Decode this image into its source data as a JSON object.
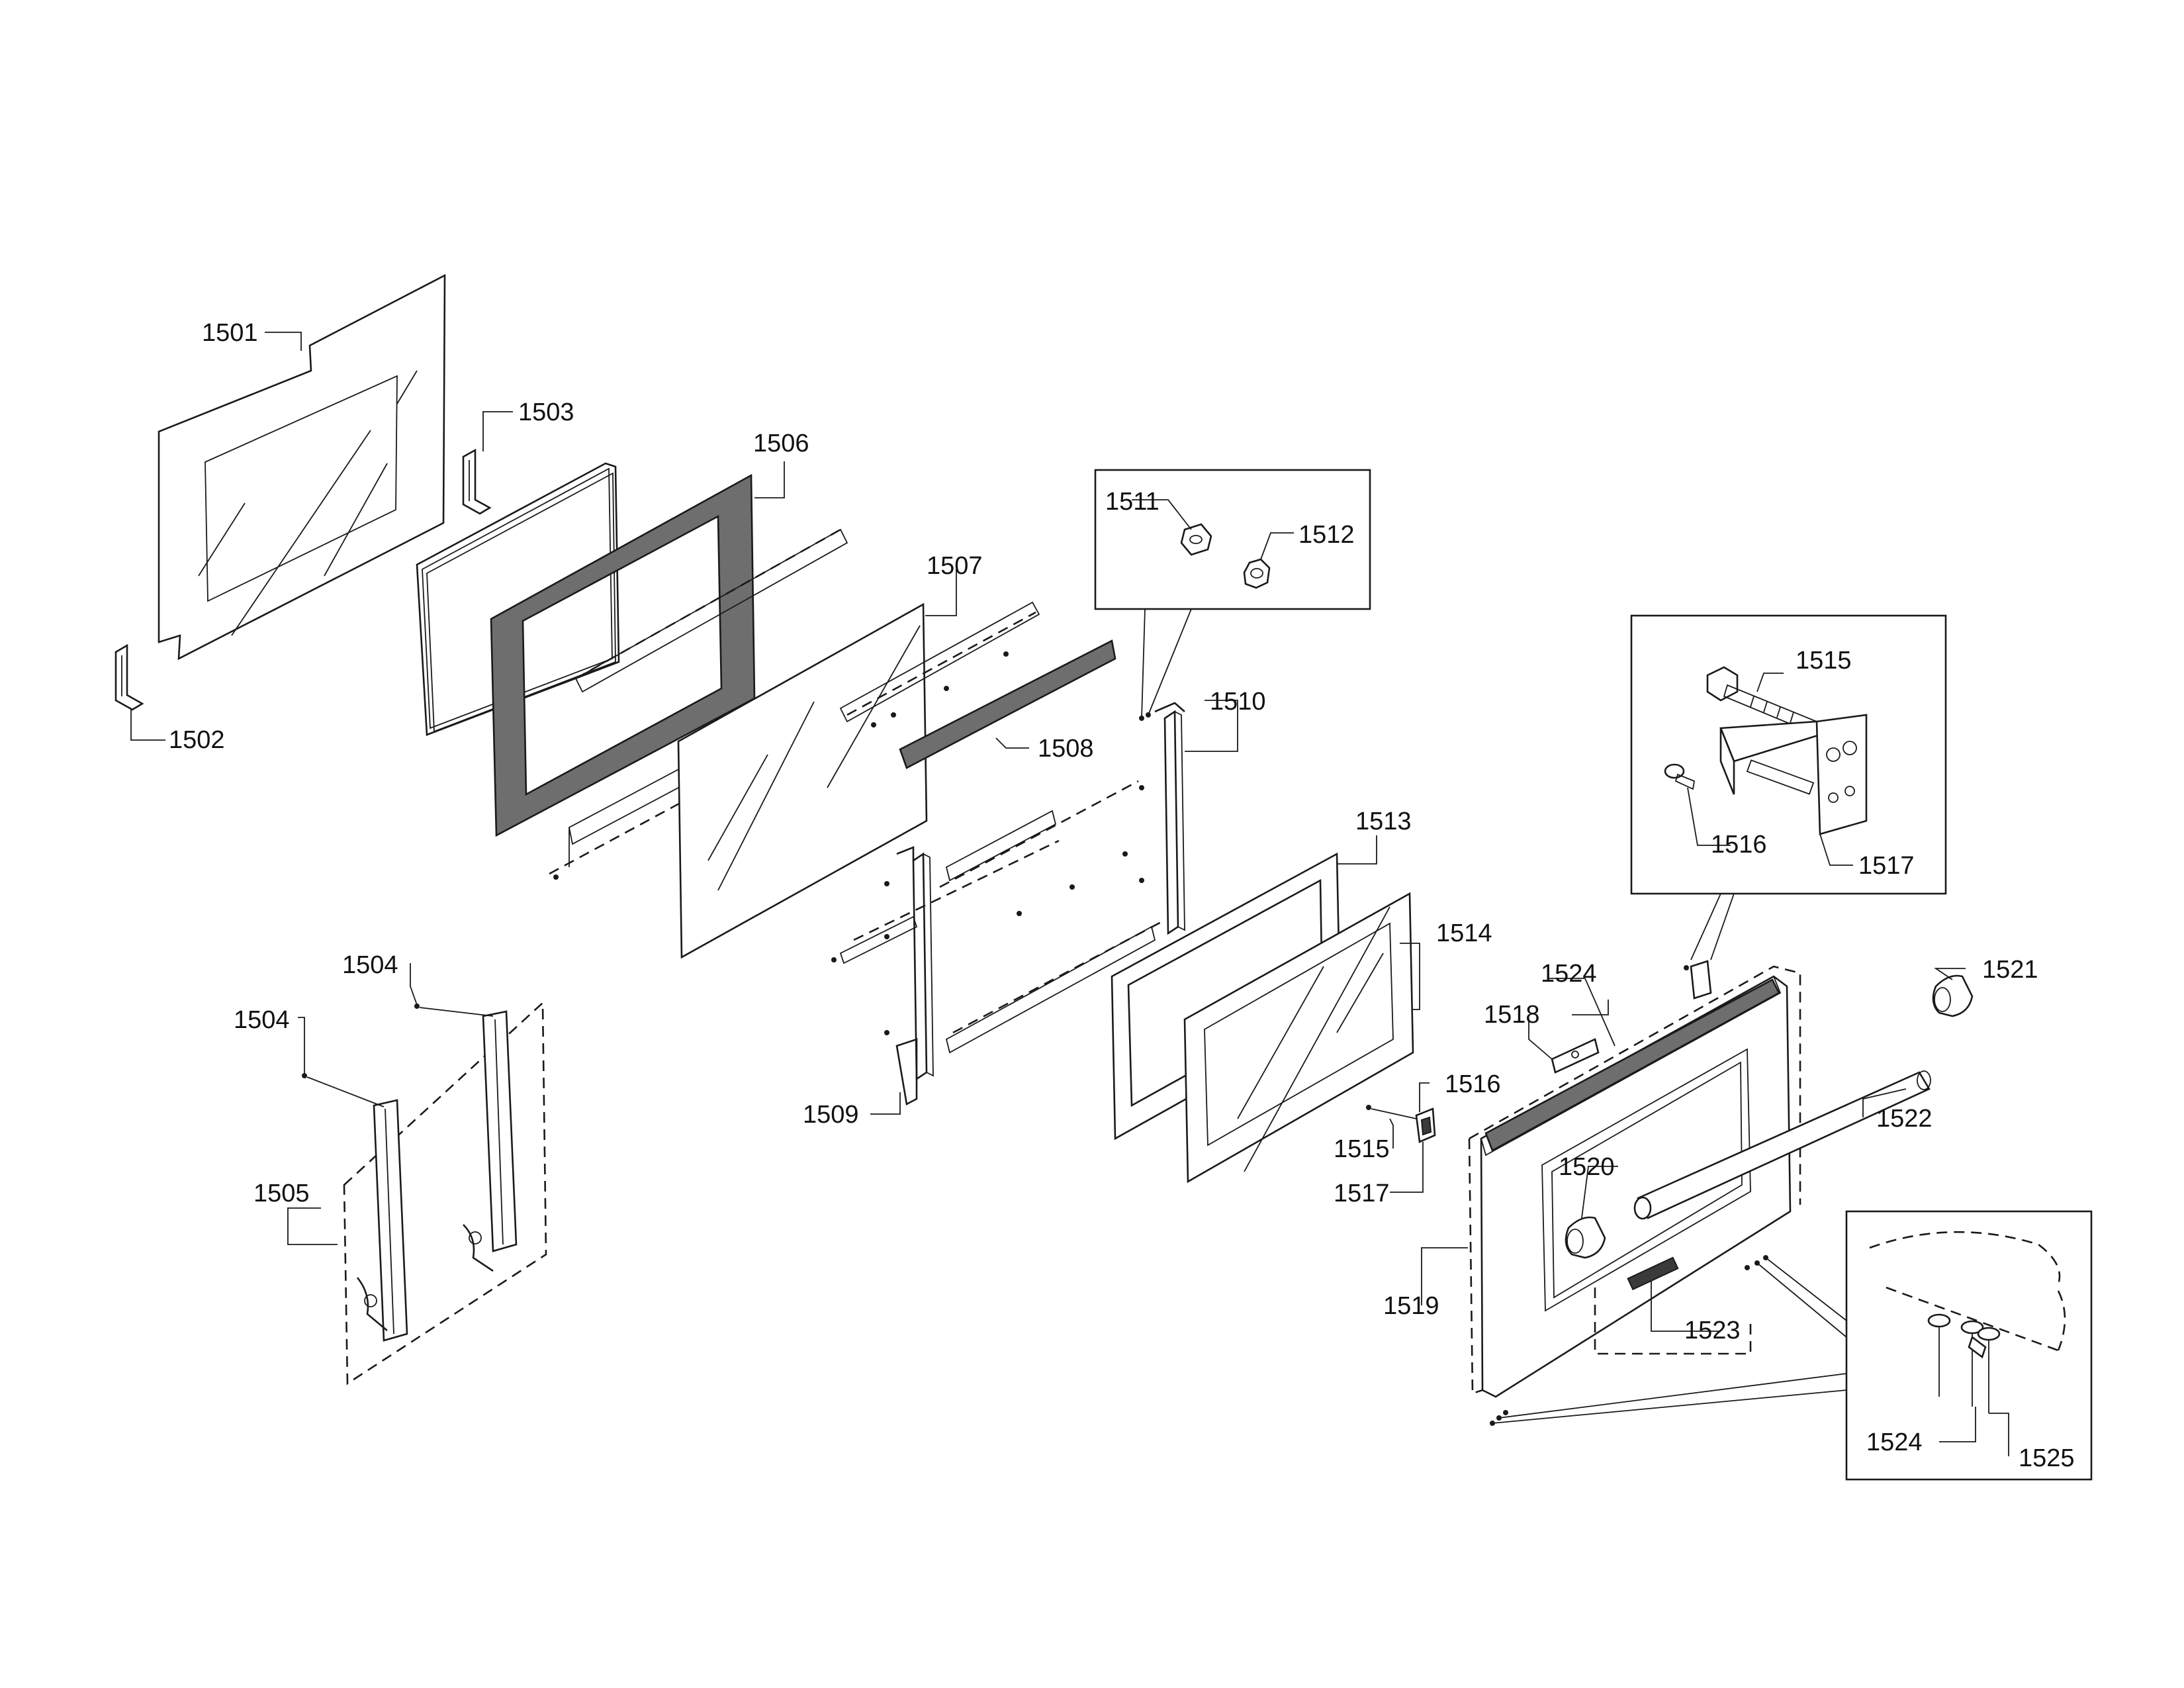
{
  "labels": {
    "p1501": "1501",
    "p1502": "1502",
    "p1503": "1503",
    "p1504a": "1504",
    "p1504b": "1504",
    "p1505": "1505",
    "p1506": "1506",
    "p1507": "1507",
    "p1508": "1508",
    "p1509": "1509",
    "p1510": "1510",
    "p1511": "1511",
    "p1512": "1512",
    "p1513": "1513",
    "p1514": "1514",
    "p1515a": "1515",
    "p1515b": "1515",
    "p1516a": "1516",
    "p1516b": "1516",
    "p1517a": "1517",
    "p1517b": "1517",
    "p1518": "1518",
    "p1519": "1519",
    "p1520": "1520",
    "p1521": "1521",
    "p1522": "1522",
    "p1523": "1523",
    "p1524a": "1524",
    "p1524b": "1524",
    "p1525": "1525"
  },
  "colors": {
    "line": "#1a1a1a",
    "gasket": "#6e6e6e",
    "background": "#ffffff"
  }
}
